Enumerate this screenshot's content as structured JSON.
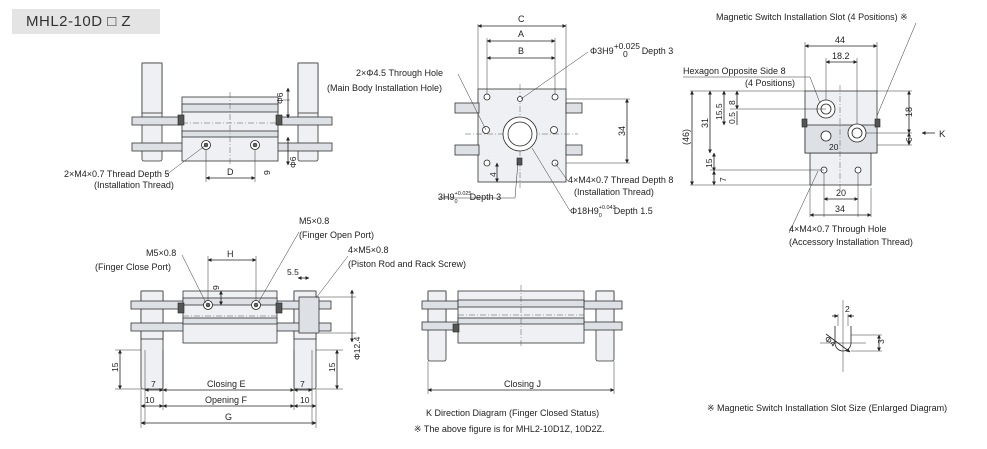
{
  "model_badge": "MHL2-10D □ Z",
  "view1": {
    "callout_thread": "2×M4×0.7 Thread Depth 5",
    "callout_thread_sub": "(Installation Thread)",
    "dim_d": "D",
    "dim_phi6_top": "Φ6",
    "dim_phi6_bot": "Φ6",
    "dim_9": "9"
  },
  "view2": {
    "dim_c": "C",
    "dim_a": "A",
    "dim_b": "B",
    "callout_phi3": "Φ3H9",
    "callout_phi3_tol": "+0.025",
    "callout_phi3_tol0": "0",
    "callout_phi3_depth": "Depth 3",
    "callout_through": "2×Φ4.5 Through Hole",
    "callout_through_sub": "(Main Body Installation Hole)",
    "dim_34": "34",
    "dim_4": "4",
    "callout_3h9": "3H9",
    "callout_3h9_tol": "+0.025",
    "callout_3h9_tol0": "0",
    "callout_3h9_depth": "Depth 3",
    "callout_m4": "4×M4×0.7 Thread Depth 8",
    "callout_m4_sub": "(Installation Thread)",
    "callout_phi18": "Φ18H9",
    "callout_phi18_tol": "+0.043",
    "callout_phi18_tol0": "0",
    "callout_phi18_depth": "Depth 1.5"
  },
  "view3": {
    "title_slot": "Magnetic Switch Installation Slot (4 Positions) ※",
    "dim_44": "44",
    "dim_18_2": "18.2",
    "hex": "Hexagon Opposite Side 8",
    "hex_sub": "(4 Positions)",
    "dim_46": "(46)",
    "dim_31": "31",
    "dim_15_5": "15.5",
    "dim_8": "8",
    "dim_0_5": "0.5",
    "dim_20_inner": "20",
    "dim_18": "18",
    "dim_6": "6",
    "arrow_k": "K",
    "dim_15": "15",
    "dim_7": "7",
    "dim_20": "20",
    "dim_34": "34",
    "callout_acc": "4×M4×0.7 Through Hole",
    "callout_acc_sub": "(Accessory Installation Thread)"
  },
  "view4": {
    "callout_close": "M5×0.8",
    "callout_close_sub": "(Finger Close Port)",
    "dim_h": "H",
    "callout_open": "M5×0.8",
    "callout_open_sub": "(Finger Open Port)",
    "callout_piston": "4×M5×0.8",
    "callout_piston_sub": "(Piston Rod and Rack Screw)",
    "dim_5_5": "5.5",
    "dim_9": "9",
    "dim_phi12_4": "Φ12.4",
    "dim_15_left": "15",
    "dim_15_right": "15",
    "dim_7_left": "7",
    "dim_7_right": "7",
    "closing_e": "Closing E",
    "dim_10_left": "10",
    "opening_f": "Opening F",
    "dim_10_right": "10",
    "dim_g": "G"
  },
  "view5": {
    "closing_j": "Closing J",
    "caption1": "K Direction Diagram (Finger Closed Status)",
    "caption2": "※ The above figure is for MHL2-10D1Z, 10D2Z."
  },
  "view6": {
    "dim_2": "2",
    "dim_3": "3",
    "dim_phi4": "Φ4",
    "caption": "※ Magnetic Switch Installation Slot Size (Enlarged Diagram)"
  }
}
